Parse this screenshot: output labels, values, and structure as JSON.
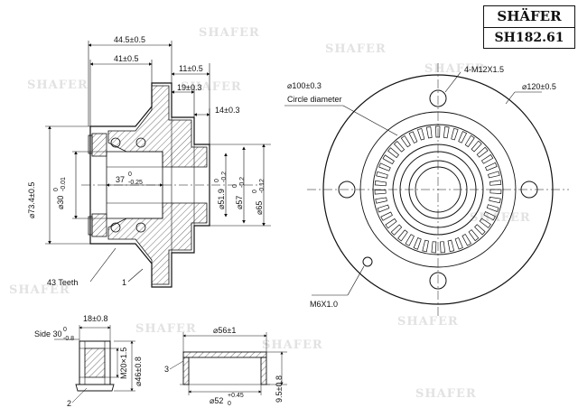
{
  "brand": {
    "name": "SHÄFER",
    "part_number": "SH182.61"
  },
  "watermark": "SHAFER",
  "dims": {
    "w44": "44.5±0.5",
    "w41": "41±0.5",
    "w11": "11±0.5",
    "w19": "19±0.3",
    "w14": "14±0.3",
    "d73": "⌀73.4±0.5",
    "d30": "⌀30",
    "d30_tol": "0",
    "d30_tol2": "-0.01",
    "w37": "37",
    "w37_tol": "0",
    "w37_tol2": "-0.25",
    "d51": "⌀51.9",
    "d51_tol": "0",
    "d51_tol2": "-0.2",
    "d57": "⌀57",
    "d57_tol": "0",
    "d57_tol2": "-0.2",
    "d65": "⌀65",
    "d65_tol": "0",
    "d65_tol2": "-0.12",
    "teeth": "43 Teeth",
    "callout1": "1",
    "d100": "⌀100±0.3",
    "circle_diameter": "Circle diameter",
    "bolts": "4-M12X1.5",
    "d120": "⌀120±0.5",
    "m6": "M6X1.0",
    "nut_w18": "18±0.8",
    "side30": "Side 30",
    "side30_tol": "0",
    "side30_tol2": "-0.8",
    "m20": "M20×1.5",
    "d46": "⌀46±0.8",
    "callout2": "2",
    "d56": "⌀56±1",
    "callout3": "3",
    "d52": "⌀52",
    "d52_tol": "+0.45",
    "d52_tol2": "0",
    "h95": "9.5±0.8"
  },
  "colors": {
    "line": "#111111",
    "hatch": "#333333",
    "watermark": "#e2e2e2"
  }
}
